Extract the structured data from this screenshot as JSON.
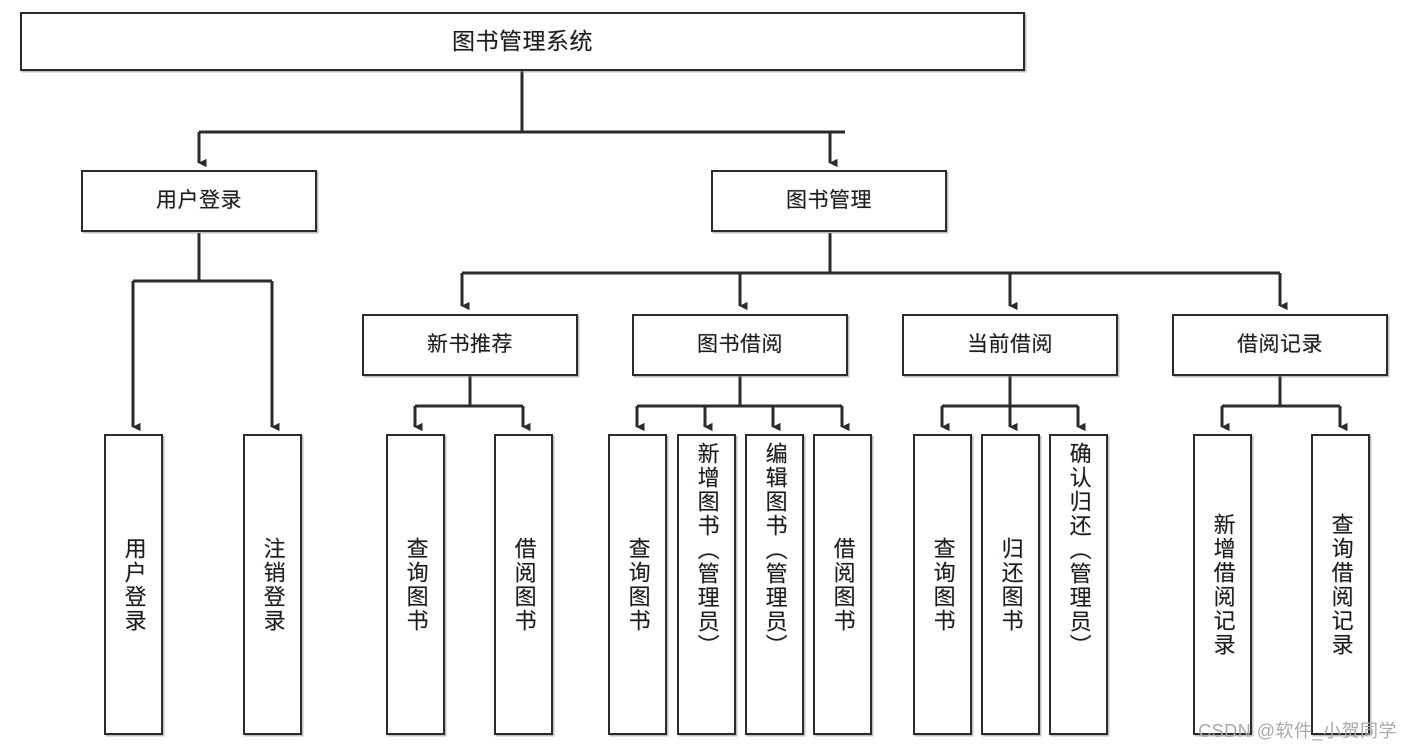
{
  "diagram": {
    "type": "tree-hierarchy",
    "title": "图书管理系统",
    "watermark": "CSDN @软件_小贺同学",
    "colors": {
      "box_border": "#2b2b2b",
      "box_fill": "#ffffff",
      "connector": "#2b2b2b",
      "text": "#1c1c1c",
      "watermark": "#a9a9a9",
      "page_background": "#ffffff"
    },
    "root": {
      "label": "图书管理系统"
    },
    "level1": [
      {
        "id": "user-login",
        "label": "用户登录"
      },
      {
        "id": "book-manage",
        "label": "图书管理"
      }
    ],
    "level2": [
      {
        "id": "new-book-recommend",
        "label": "新书推荐",
        "parent": "book-manage"
      },
      {
        "id": "book-borrow",
        "label": "图书借阅",
        "parent": "book-manage"
      },
      {
        "id": "current-borrow",
        "label": "当前借阅",
        "parent": "book-manage"
      },
      {
        "id": "borrow-record",
        "label": "借阅记录",
        "parent": "book-manage"
      }
    ],
    "leaves": {
      "user-login": [
        {
          "id": "leaf-user-login",
          "label": "用户登录"
        },
        {
          "id": "leaf-user-logout",
          "label": "注销登录"
        }
      ],
      "new-book-recommend": [
        {
          "id": "leaf-rec-query-book",
          "label": "查询图书"
        },
        {
          "id": "leaf-rec-borrow-book",
          "label": "借阅图书"
        }
      ],
      "book-borrow": [
        {
          "id": "leaf-borrow-query-book",
          "label": "查询图书"
        },
        {
          "id": "leaf-borrow-add-book",
          "label": "新增图书（管理员）"
        },
        {
          "id": "leaf-borrow-edit-book",
          "label": "编辑图书（管理员）"
        },
        {
          "id": "leaf-borrow-borrow-book",
          "label": "借阅图书"
        }
      ],
      "current-borrow": [
        {
          "id": "leaf-cur-query-book",
          "label": "查询图书"
        },
        {
          "id": "leaf-cur-return-book",
          "label": "归还图书"
        },
        {
          "id": "leaf-cur-confirm-return",
          "label": "确认归还（管理员）"
        }
      ],
      "borrow-record": [
        {
          "id": "leaf-rec-add-record",
          "label": "新增借阅记录"
        },
        {
          "id": "leaf-rec-query-record",
          "label": "查询借阅记录"
        }
      ]
    }
  }
}
